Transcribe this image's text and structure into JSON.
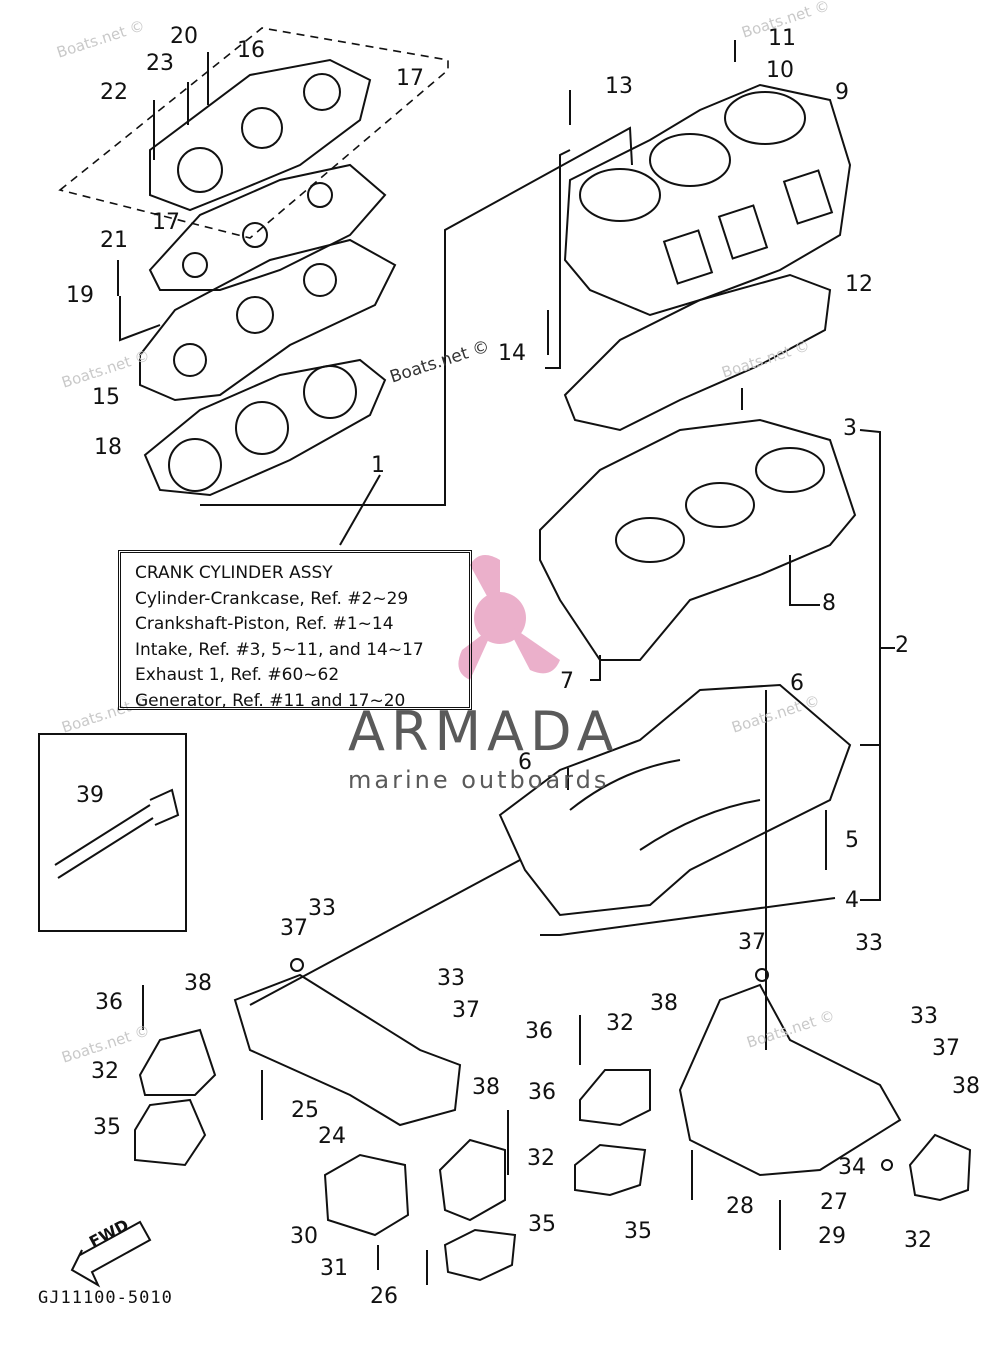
{
  "legend": {
    "title": "CRANK CYLINDER ASSY",
    "lines": [
      "Cylinder-Crankcase, Ref. #2~29",
      "Crankshaft-Piston, Ref. #1~14",
      "Intake, Ref. #3, 5~11, and 14~17",
      "Exhaust 1, Ref. #60~62",
      "Generator, Ref. #11 and 17~20"
    ]
  },
  "drawing_code": "GJ11100-5010",
  "fwd_label": "FWD",
  "watermark_text": "Boats.net ©",
  "brand": {
    "name": "ARMADA",
    "tagline": "marine outboards",
    "accent_color": "#e8a3c3",
    "text_color": "#5a5a5a"
  },
  "callouts": {
    "c20": "20",
    "c16": "16",
    "c23": "23",
    "c22": "22",
    "c17a": "17",
    "c17b": "17",
    "c11": "11",
    "c10": "10",
    "c13": "13",
    "c9": "9",
    "c21": "21",
    "c19": "19",
    "c12": "12",
    "c14": "14",
    "c15": "15",
    "c18": "18",
    "c3": "3",
    "c1": "1",
    "c8": "8",
    "c2": "2",
    "c7": "7",
    "c6a": "6",
    "c6b": "6",
    "c39": "39",
    "c5": "5",
    "c4": "4",
    "c33a": "33",
    "c37a": "37",
    "c37b": "37",
    "c33b": "33",
    "c36a": "36",
    "c38a": "38",
    "c33c": "33",
    "c37c": "37",
    "c38b": "38",
    "c36b": "36",
    "c32a": "32",
    "c32b": "32",
    "c33d": "33",
    "c37d": "37",
    "c25": "25",
    "c38c": "38",
    "c36c": "36",
    "c38d": "38",
    "c35a": "35",
    "c24": "24",
    "c32c": "32",
    "c34": "34",
    "c27": "27",
    "c35b": "35",
    "c35c": "35",
    "c28": "28",
    "c30": "30",
    "c29": "29",
    "c32d": "32",
    "c31": "31",
    "c26": "26"
  }
}
